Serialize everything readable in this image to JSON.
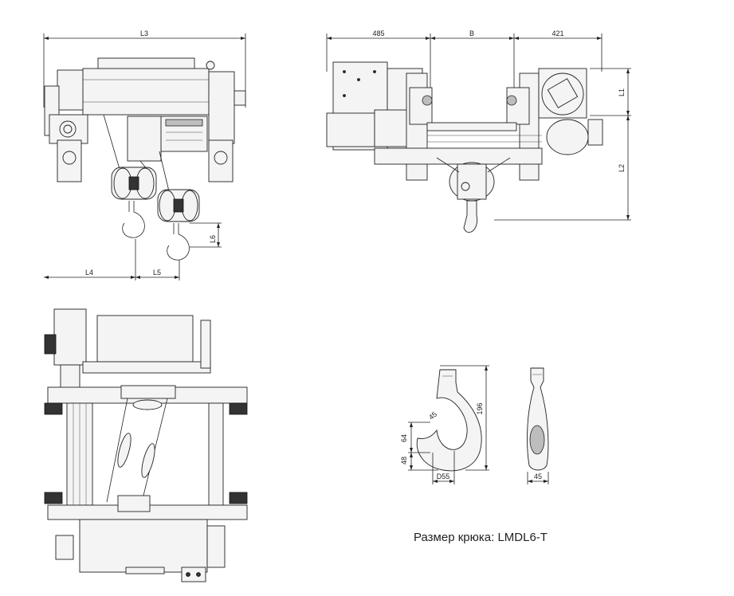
{
  "front_view": {
    "L3": "L3",
    "L4": "L4",
    "L5": "L5",
    "L6": "L6"
  },
  "side_view": {
    "left": "485",
    "mid": "B",
    "right": "421",
    "L1": "L1",
    "L2": "L2"
  },
  "hook": {
    "height": "196",
    "throat": "45",
    "d64": "64",
    "d48": "48",
    "bore": "D55",
    "width": "45"
  },
  "caption": "Размер крюка: LMDL6-T"
}
